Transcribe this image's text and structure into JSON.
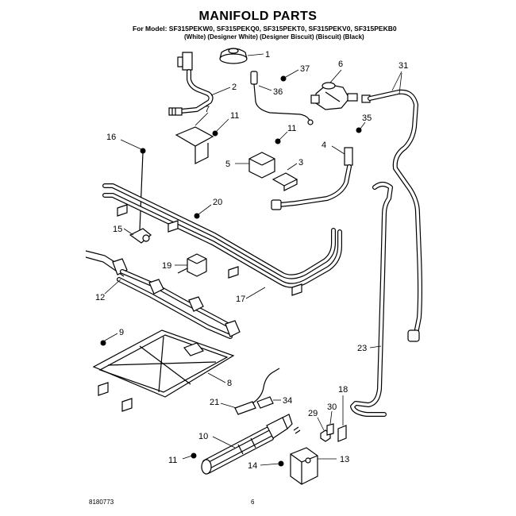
{
  "header": {
    "title": "MANIFOLD PARTS",
    "models": "For Model: SF315PEKW0, SF315PEKQ0, SF315PEKT0, SF315PEKV0, SF315PEKB0",
    "variants": "(White)   (Designer White) (Designer Biscuit)  (Biscuit)      (Black)"
  },
  "callouts": {
    "c1": "1",
    "c2": "2",
    "c3": "3",
    "c4": "4",
    "c5": "5",
    "c6": "6",
    "c7": "7",
    "c8": "8",
    "c9": "9",
    "c10": "10",
    "c11a": "11",
    "c11b": "11",
    "c11c": "11",
    "c12": "12",
    "c13": "13",
    "c14": "14",
    "c15": "15",
    "c16": "16",
    "c17": "17",
    "c18": "18",
    "c19": "19",
    "c20": "20",
    "c21": "21",
    "c23": "23",
    "c29": "29",
    "c30": "30",
    "c31": "31",
    "c34": "34",
    "c35": "35",
    "c36": "36",
    "c37": "37"
  },
  "footer": {
    "code": "8180773",
    "page": "6"
  }
}
